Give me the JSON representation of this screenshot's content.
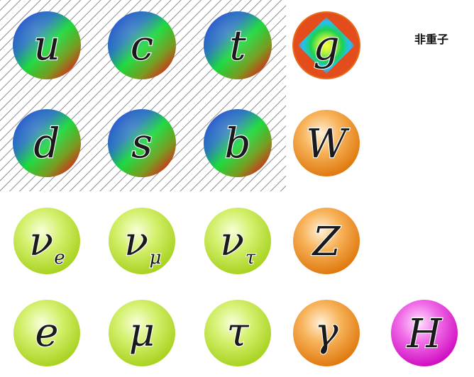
{
  "label": "非重子",
  "particles": [
    {
      "id": "up-quark",
      "symbol": "u",
      "type": "quark"
    },
    {
      "id": "charm-quark",
      "symbol": "c",
      "type": "quark"
    },
    {
      "id": "top-quark",
      "symbol": "t",
      "type": "quark"
    },
    {
      "id": "gluon",
      "symbol": "g",
      "type": "gluon"
    },
    {
      "id": "down-quark",
      "symbol": "d",
      "type": "quark"
    },
    {
      "id": "strange-quark",
      "symbol": "s",
      "type": "quark"
    },
    {
      "id": "bottom-quark",
      "symbol": "b",
      "type": "quark"
    },
    {
      "id": "w-boson",
      "symbol": "W",
      "type": "boson"
    },
    {
      "id": "electron-neutrino",
      "symbol": "ν",
      "subscript": "e",
      "type": "lepton"
    },
    {
      "id": "muon-neutrino",
      "symbol": "ν",
      "subscript": "μ",
      "type": "lepton"
    },
    {
      "id": "tau-neutrino",
      "symbol": "ν",
      "subscript": "τ",
      "type": "lepton"
    },
    {
      "id": "z-boson",
      "symbol": "Z",
      "type": "boson"
    },
    {
      "id": "electron",
      "symbol": "e",
      "type": "lepton"
    },
    {
      "id": "muon",
      "symbol": "μ",
      "type": "lepton"
    },
    {
      "id": "tau",
      "symbol": "τ",
      "type": "lepton"
    },
    {
      "id": "photon",
      "symbol": "γ",
      "type": "boson"
    },
    {
      "id": "higgs-boson",
      "symbol": "H",
      "type": "higgs"
    }
  ],
  "colors": {
    "quark_outer": "#0d3fc9",
    "quark_mid": "#18d83a",
    "quark_edge": "#d8261a",
    "lepton_light": "#f6ffd8",
    "lepton_base": "#bde63a",
    "boson_light": "#fff0d6",
    "boson_base": "#f1941c",
    "higgs_light": "#ffe2ff",
    "higgs_base": "#e621d6",
    "hatch": "#707070"
  }
}
